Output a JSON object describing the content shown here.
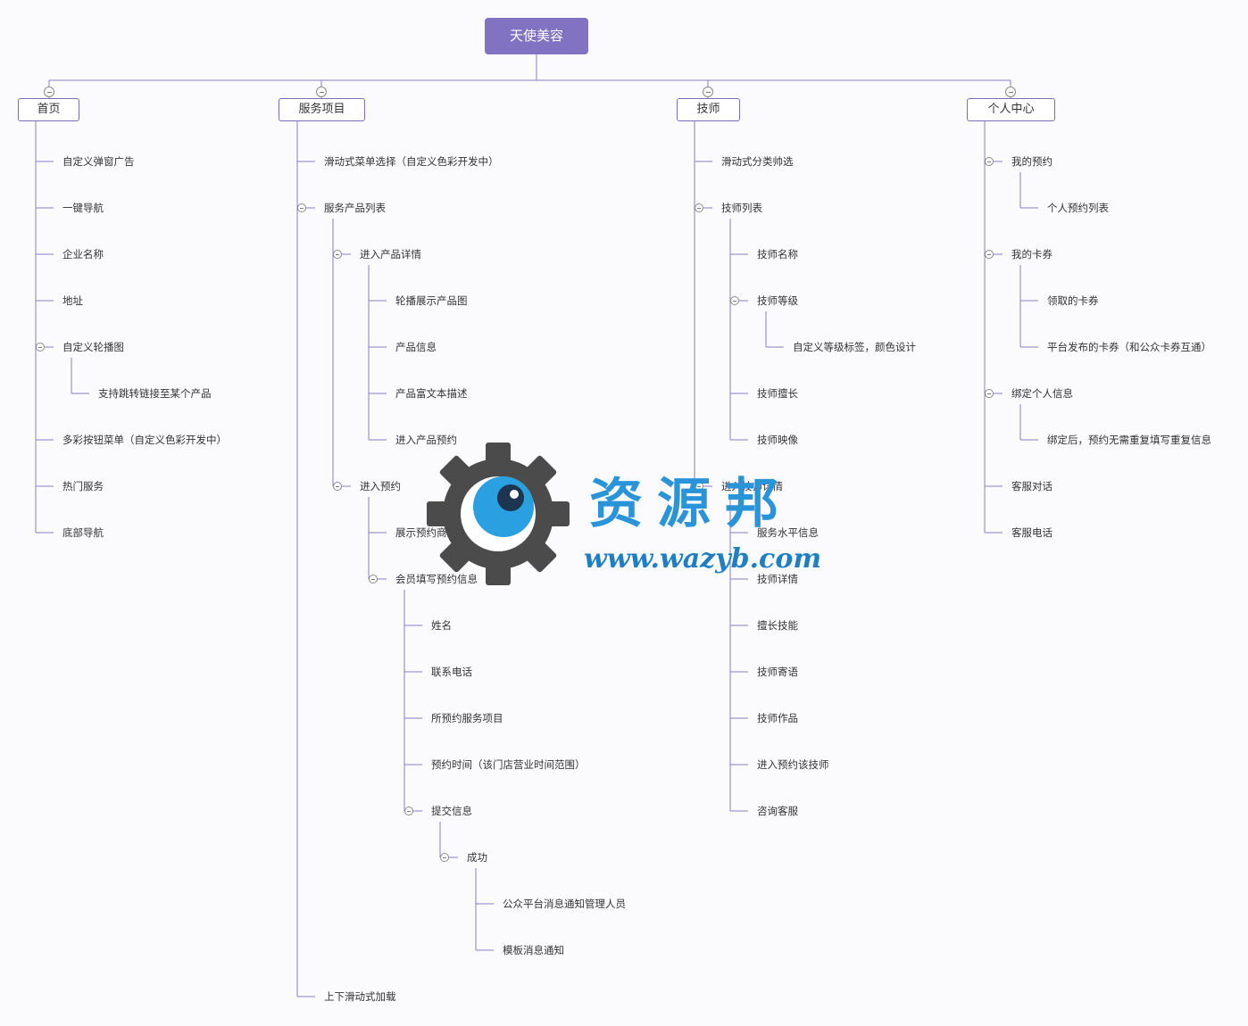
{
  "root": {
    "label": "天使美容"
  },
  "branches": [
    {
      "label": "首页",
      "children": [
        {
          "label": "自定义弹窗广告"
        },
        {
          "label": "一键导航"
        },
        {
          "label": "企业名称"
        },
        {
          "label": "地址"
        },
        {
          "label": "自定义轮播图",
          "children": [
            {
              "label": "支持跳转链接至某个产品"
            }
          ]
        },
        {
          "label": "多彩按钮菜单（自定义色彩开发中）"
        },
        {
          "label": "热门服务"
        },
        {
          "label": "底部导航"
        }
      ]
    },
    {
      "label": "服务项目",
      "children": [
        {
          "label": "滑动式菜单选择（自定义色彩开发中）"
        },
        {
          "label": "服务产品列表",
          "children": [
            {
              "label": "进入产品详情",
              "children": [
                {
                  "label": "轮播展示产品图"
                },
                {
                  "label": "产品信息"
                },
                {
                  "label": "产品富文本描述"
                },
                {
                  "label": "进入产品预约"
                }
              ]
            },
            {
              "label": "进入预约",
              "children": [
                {
                  "label": "展示预约商品信息"
                },
                {
                  "label": "会员填写预约信息",
                  "children": [
                    {
                      "label": "姓名"
                    },
                    {
                      "label": "联系电话"
                    },
                    {
                      "label": "所预约服务项目"
                    },
                    {
                      "label": "预约时间（该门店营业时间范围）"
                    },
                    {
                      "label": "提交信息",
                      "children": [
                        {
                          "label": "成功",
                          "children": [
                            {
                              "label": "公众平台消息通知管理人员"
                            },
                            {
                              "label": "模板消息通知"
                            }
                          ]
                        }
                      ]
                    }
                  ]
                }
              ]
            }
          ]
        },
        {
          "label": "上下滑动式加载"
        }
      ]
    },
    {
      "label": "技师",
      "children": [
        {
          "label": "滑动式分类帅选"
        },
        {
          "label": "技师列表",
          "children": [
            {
              "label": "技师名称"
            },
            {
              "label": "技师等级",
              "children": [
                {
                  "label": "自定义等级标签，颜色设计"
                }
              ]
            },
            {
              "label": "技师擅长"
            },
            {
              "label": "技师映像"
            }
          ]
        },
        {
          "label": "进入技师详情",
          "children": [
            {
              "label": "服务水平信息"
            },
            {
              "label": "技师详情"
            },
            {
              "label": "擅长技能"
            },
            {
              "label": "技师寄语"
            },
            {
              "label": "技师作品"
            },
            {
              "label": "进入预约该技师"
            },
            {
              "label": "咨询客服"
            }
          ]
        }
      ]
    },
    {
      "label": "个人中心",
      "children": [
        {
          "label": "我的预约",
          "children": [
            {
              "label": "个人预约列表"
            }
          ]
        },
        {
          "label": "我的卡券",
          "children": [
            {
              "label": "领取的卡券"
            },
            {
              "label": "平台发布的卡券（和公众卡券互通）"
            }
          ]
        },
        {
          "label": "绑定个人信息",
          "children": [
            {
              "label": "绑定后，预约无需重复填写重复信息"
            }
          ]
        },
        {
          "label": "客服对话"
        },
        {
          "label": "客服电话"
        }
      ]
    }
  ],
  "watermark": {
    "title": "资源邦",
    "url": "www.wazyb.com"
  },
  "colors": {
    "accent": "#8272c2",
    "line": "#8a80c4",
    "text": "#333333"
  }
}
